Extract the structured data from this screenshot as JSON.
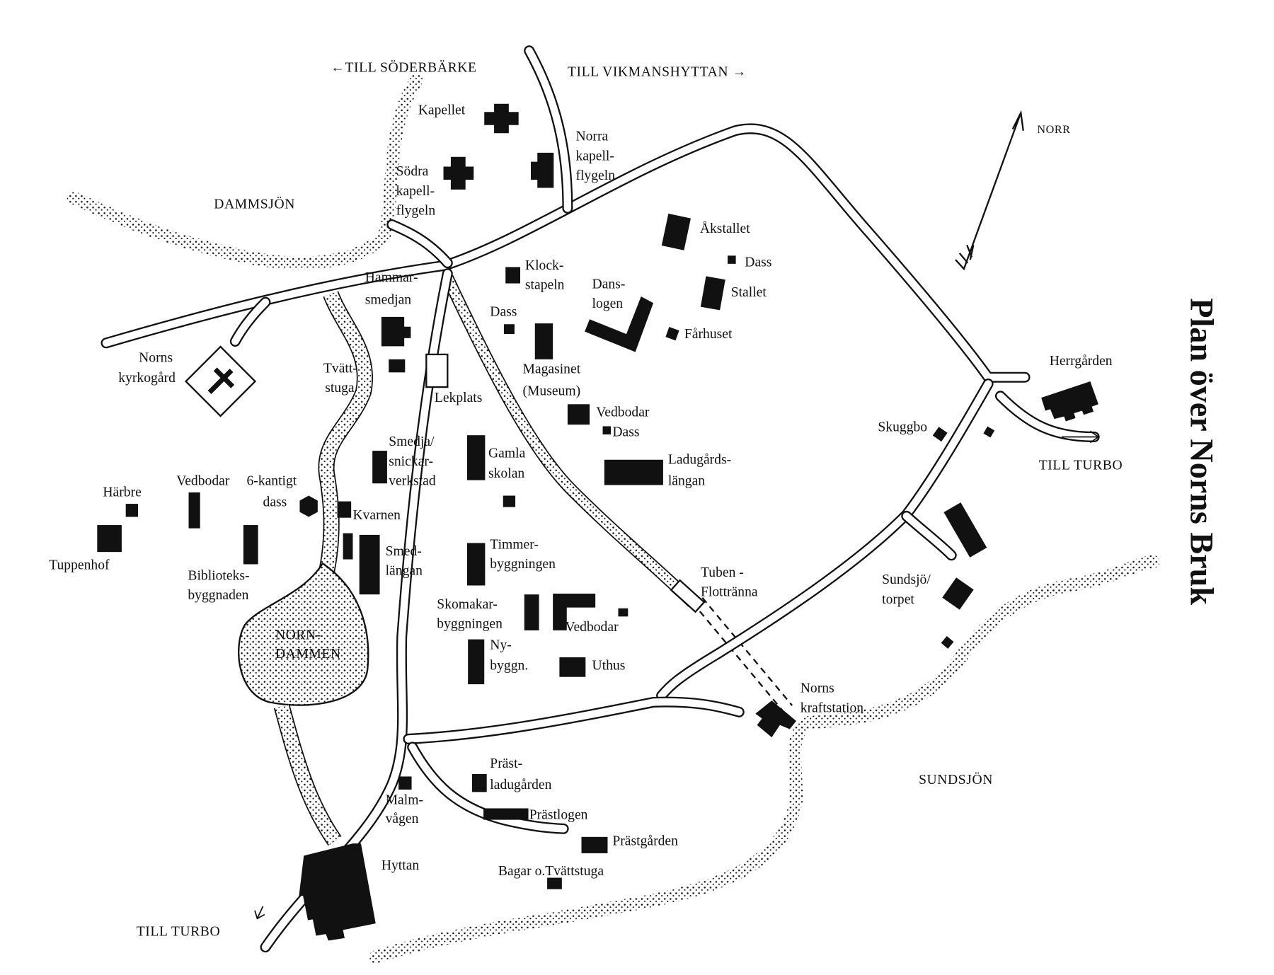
{
  "title": "Plan över Norns Bruk",
  "colors": {
    "ink": "#111111",
    "paper": "#ffffff"
  },
  "compass": {
    "label": "NORR",
    "icon": "north-arrow-icon"
  },
  "directions": {
    "soderbarke": "←TILL SÖDERBÄRKE",
    "vikmanshyttan": "TILL VIKMANSHYTTAN →",
    "turbo_east": "TILL TURBO",
    "turbo_south": "TILL TURBO"
  },
  "water": {
    "dammsjon": "DAMMSJÖN",
    "norndammen": [
      "NORN-",
      "DAMMEN"
    ],
    "sundsjon": "SUNDSJÖN"
  },
  "labels": {
    "kapellet": "Kapellet",
    "norra": [
      "Norra",
      "kapell-",
      "flygeln"
    ],
    "sodra": [
      "Södra",
      "kapell-",
      "flygeln"
    ],
    "akstallet": "Åkstallet",
    "dass1": "Dass",
    "stallet": "Stallet",
    "farhuset": "Fårhuset",
    "klock": [
      "Klock-",
      "stapeln"
    ],
    "dans": [
      "Dans-",
      "logen"
    ],
    "hammar": [
      "Hammar-",
      "smedjan"
    ],
    "dass2": "Dass",
    "kyrkogard": [
      "Norns",
      "kyrkogård"
    ],
    "tvatt": [
      "Tvätt-",
      "stuga"
    ],
    "magasinet": [
      "Magasinet",
      "(Museum)"
    ],
    "lekplats": "Lekplats",
    "vedbodar1": "Vedbodar",
    "dass3": "Dass",
    "herrgarden": "Herrgården",
    "skuggbo": "Skuggbo",
    "smedja": [
      "Smedja/",
      "snickar-",
      "verkstad"
    ],
    "gamla": [
      "Gamla",
      "skolan"
    ],
    "ladugard": [
      "Ladugårds-",
      "längan"
    ],
    "harbre": "Härbre",
    "vedbodar2": "Vedbodar",
    "kantigt": [
      "6-kantigt",
      "dass"
    ],
    "kvarnen": "Kvarnen",
    "tuppenhof": "Tuppenhof",
    "smedlangan": [
      "Smed-",
      "längan"
    ],
    "timmer": [
      "Timmer-",
      "byggningen"
    ],
    "bibliotek": [
      "Biblioteks-",
      "byggnaden"
    ],
    "tuben": [
      "Tuben -",
      "Flottränna"
    ],
    "sundsjotorpet": [
      "Sundsjö/",
      "torpet"
    ],
    "skomakar": [
      "Skomakar-",
      "byggningen"
    ],
    "vedbodar3": "Vedbodar",
    "nybygg": [
      "Ny-",
      "byggn."
    ],
    "uthus": "Uthus",
    "kraftstation": [
      "Norns",
      "kraftstation"
    ],
    "prastladu": [
      "Präst-",
      "ladugården"
    ],
    "malmvagen": [
      "Malm-",
      "vågen"
    ],
    "prastlogen": "Prästlogen",
    "prastgarden": "Prästgården",
    "hyttan": "Hyttan",
    "bagar": "Bagar o.Tvättstuga"
  }
}
